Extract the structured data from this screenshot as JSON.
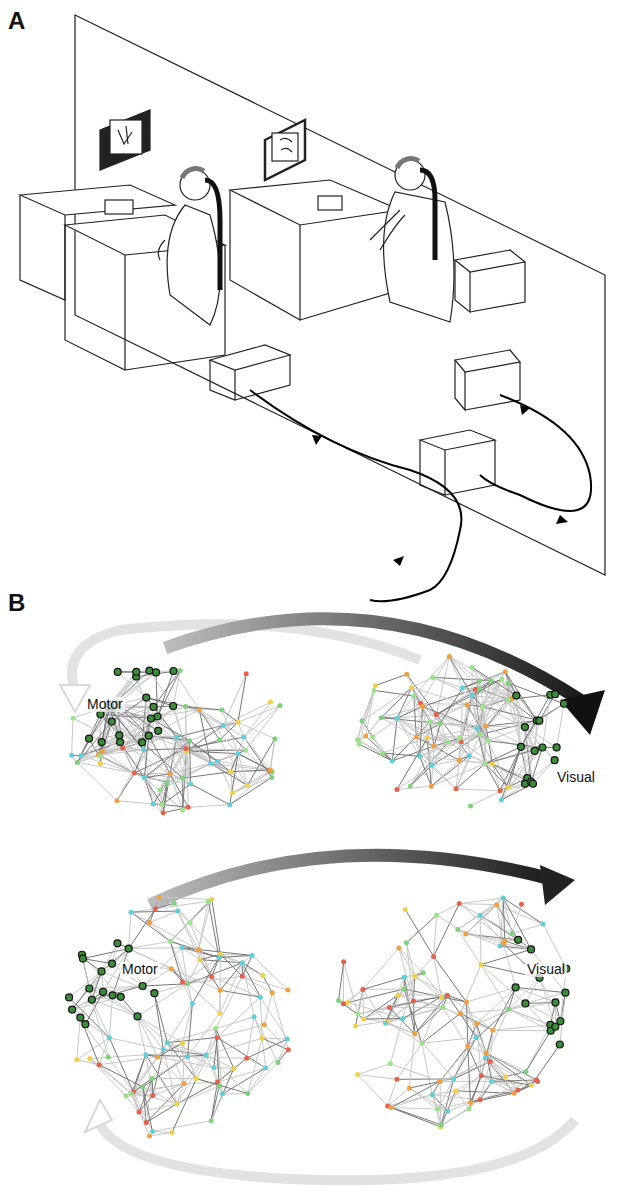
{
  "diagram": {
    "labels": [
      "A",
      "B",
      "Motor",
      "Visual",
      "Motor",
      "Visual"
    ]
  }
}
